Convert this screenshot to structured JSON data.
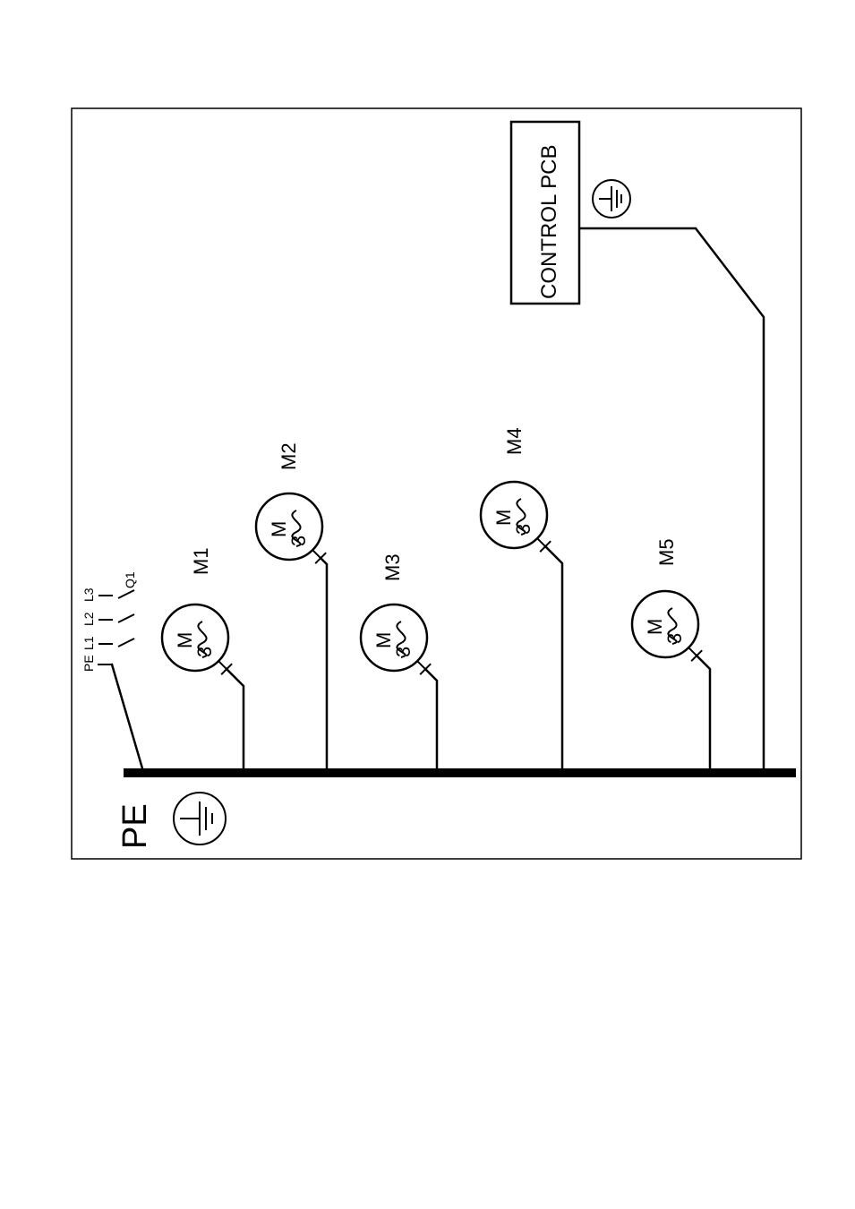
{
  "earth_bus": {
    "label": "PE"
  },
  "control_pcb": {
    "label": "CONTROL PCB"
  },
  "switch_q1": {
    "designator": "Q1",
    "terminals": [
      "PE",
      "L1",
      "L2",
      "L3"
    ]
  },
  "motors": [
    {
      "id": "M1",
      "symbol_letter": "M",
      "phase_count": "3"
    },
    {
      "id": "M2",
      "symbol_letter": "M",
      "phase_count": "3"
    },
    {
      "id": "M3",
      "symbol_letter": "M",
      "phase_count": "3"
    },
    {
      "id": "M4",
      "symbol_letter": "M",
      "phase_count": "3"
    },
    {
      "id": "M5",
      "symbol_letter": "M",
      "phase_count": "3"
    }
  ],
  "icons": {
    "earth": "earth-ground-icon",
    "ac": "ac-sine-wave-icon"
  }
}
